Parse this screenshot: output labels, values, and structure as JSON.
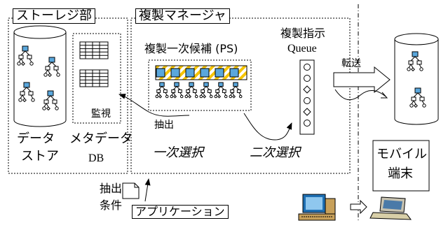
{
  "colors": {
    "node_fill": "#5aa7dc",
    "node_stroke": "#000000",
    "hatch_yellow": "#f5c400",
    "background": "#ffffff"
  },
  "labels": {
    "storage_section": "ストーレジ部",
    "replication_manager": "複製マネージャ",
    "data_store_line1": "データ",
    "data_store_line2": "ストア",
    "metadata_line1": "メタデータ",
    "metadata_line2": "DB",
    "monitor": "監視",
    "primary_candidates": "複製一次候補 (PS)",
    "replication_order_line1": "複製指示",
    "replication_order_line2": "Queue",
    "extract": "抽出",
    "primary_selection": "一次選択",
    "secondary_selection": "二次選択",
    "transfer": "転送",
    "mobile_line1": "モバイル",
    "mobile_line2": "端末",
    "extract_condition_line1": "抽出",
    "extract_condition_line2": "条件",
    "application": "アプリケーション"
  },
  "icons": {
    "document": "document-icon",
    "desktop_computer": "desktop-computer-icon",
    "laptop": "laptop-icon"
  }
}
